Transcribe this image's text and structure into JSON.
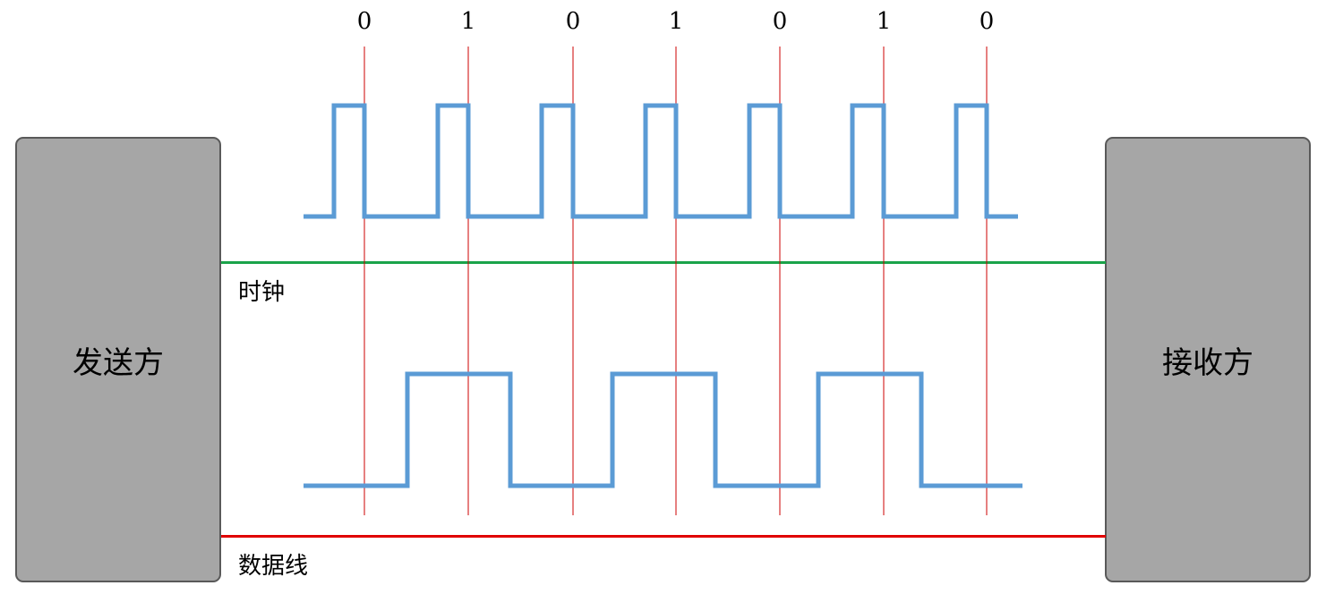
{
  "sender": {
    "label": "发送方"
  },
  "receiver": {
    "label": "接收方"
  },
  "clock": {
    "label": "时钟",
    "line_color": "#1aa34a",
    "signal": [
      0,
      1,
      0,
      1,
      0,
      1,
      0,
      1,
      0,
      1,
      0,
      1,
      0,
      1,
      0
    ]
  },
  "data_line": {
    "label": "数据线",
    "line_color": "#e00000"
  },
  "bits": [
    "0",
    "1",
    "0",
    "1",
    "0",
    "1",
    "0"
  ],
  "colors": {
    "waveform": "#5b9bd5",
    "sample_marker": "#cc0000",
    "box_fill": "#a6a6a6",
    "box_border": "#595959"
  }
}
